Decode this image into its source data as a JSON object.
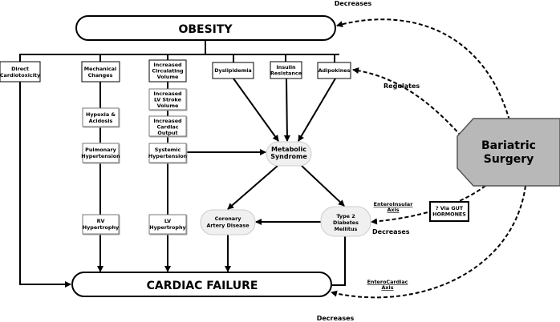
{
  "obesity": "OBESITY",
  "cardiac_failure": "CARDIAC FAILURE",
  "bariatric": [
    "Bariatric",
    "Surgery"
  ],
  "causes": {
    "direct": [
      "Direct",
      "Cardiotoxicity"
    ],
    "mechanical": [
      "Mechanical",
      "Changes"
    ],
    "circulating": [
      "Increased",
      "Circulating",
      "Volume"
    ],
    "dyslipidemia": [
      "Dyslipidemia"
    ],
    "insulin": [
      "Insulin",
      "Resistance"
    ],
    "adipokines": [
      "Adipokines"
    ]
  },
  "mech_chain": {
    "hypoxia": [
      "Hypoxia &",
      "Acidosis"
    ],
    "pulmonary": [
      "Pulmonary",
      "Hypertension"
    ],
    "rv": [
      "RV",
      "Hypertrophy"
    ]
  },
  "volume_chain": {
    "stroke": [
      "Increased",
      "LV Stroke",
      "Volume"
    ],
    "output": [
      "Increased",
      "Cardiac",
      "Output"
    ],
    "systemic": [
      "Systemic",
      "Hypertension"
    ],
    "lv": [
      "LV",
      "Hypertrophy"
    ]
  },
  "metabolic": [
    "Metabolic",
    "Syndrome"
  ],
  "coronary": [
    "Coronary",
    "Artery Disease"
  ],
  "diabetes": [
    "Type 2",
    "Diabetes",
    "Mellitus"
  ],
  "gut": [
    "? Via GUT",
    "HORMONES"
  ],
  "labels": {
    "decreases_top": "Decreases",
    "regulates": "Regulates",
    "decreases_mid": "Decreases",
    "enteroinsular": [
      "EnteroInsular",
      "Axis"
    ],
    "enterocardiac": [
      "EnteroCardiac",
      "Axis"
    ],
    "decreases_bottom": "Decreases"
  }
}
